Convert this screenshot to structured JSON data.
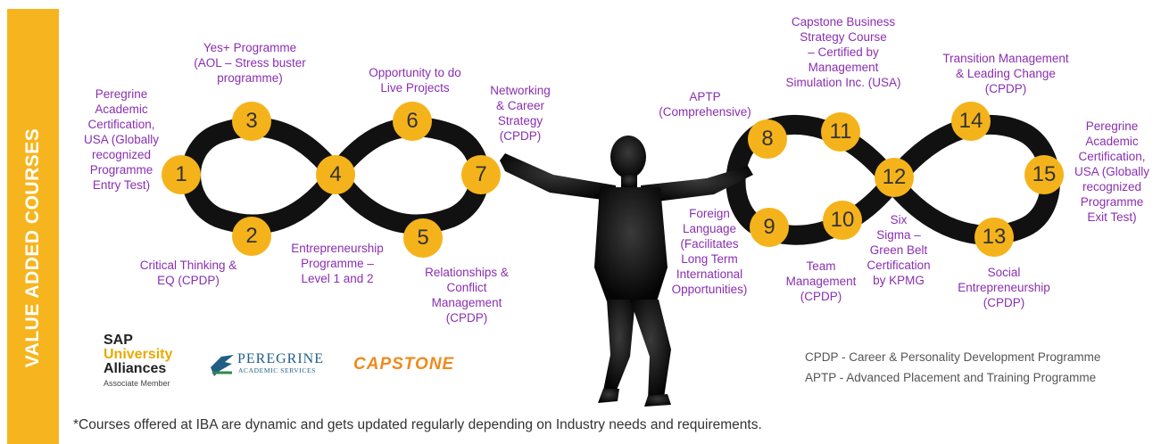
{
  "sidebar": {
    "title": "VALUE ADDED COURSES"
  },
  "left_loop": {
    "nodes": [
      "1",
      "2",
      "3",
      "4",
      "5",
      "6",
      "7"
    ],
    "labels": {
      "n1": "Peregrine\nAcademic\nCertification,\nUSA (Globally\nrecognized\nProgramme\nEntry Test)",
      "n2": "Critical Thinking &\nEQ (CPDP)",
      "n3": "Yes+ Programme\n(AOL – Stress buster\nprogramme)",
      "n4": "Entrepreneurship\nProgramme –\nLevel 1 and 2",
      "n5": "Relationships &\nConflict\nManagement\n(CPDP)",
      "n6": "Opportunity to do\nLive Projects",
      "n7": "Networking\n& Career\nStrategy\n(CPDP)"
    }
  },
  "right_loop": {
    "nodes": [
      "8",
      "9",
      "10",
      "11",
      "12",
      "13",
      "14",
      "15"
    ],
    "labels": {
      "n8": "APTP\n(Comprehensive)",
      "n9": "Foreign\nLanguage\n(Facilitates\nLong Term\nInternational\nOpportunities)",
      "n10": "Team\nManagement\n(CPDP)",
      "n11": "Capstone Business\nStrategy Course\n– Certified by\nManagement\nSimulation Inc. (USA)",
      "n12": "Six\nSigma –\nGreen Belt\nCertification\nby KPMG",
      "n13": "Social\nEntrepreneurship\n(CPDP)",
      "n14": "Transition Management\n& Leading Change\n(CPDP)",
      "n15": "Peregrine\nAcademic\nCertification,\nUSA (Globally\nrecognized\nProgramme\nExit Test)"
    }
  },
  "logos": {
    "sap": {
      "line1": "SAP",
      "line2": "University",
      "line3": "Alliances",
      "line4": "Associate Member"
    },
    "peregrine": {
      "line1": "PEREGRINE",
      "line2": "ACADEMIC SERVICES"
    },
    "capstone": {
      "text": "CAPSTONE"
    }
  },
  "legend": {
    "cpdp": "CPDP - Career & Personality Development Programme",
    "aptp": "APTP - Advanced Placement and Training Programme"
  },
  "footnote": "*Courses offered at IBA are dynamic and gets updated regularly depending on Industry needs and requirements.",
  "colors": {
    "accent": "#f6b51e",
    "node": "#f5b31b",
    "label": "#8a2fb0",
    "loop": "#111111"
  }
}
